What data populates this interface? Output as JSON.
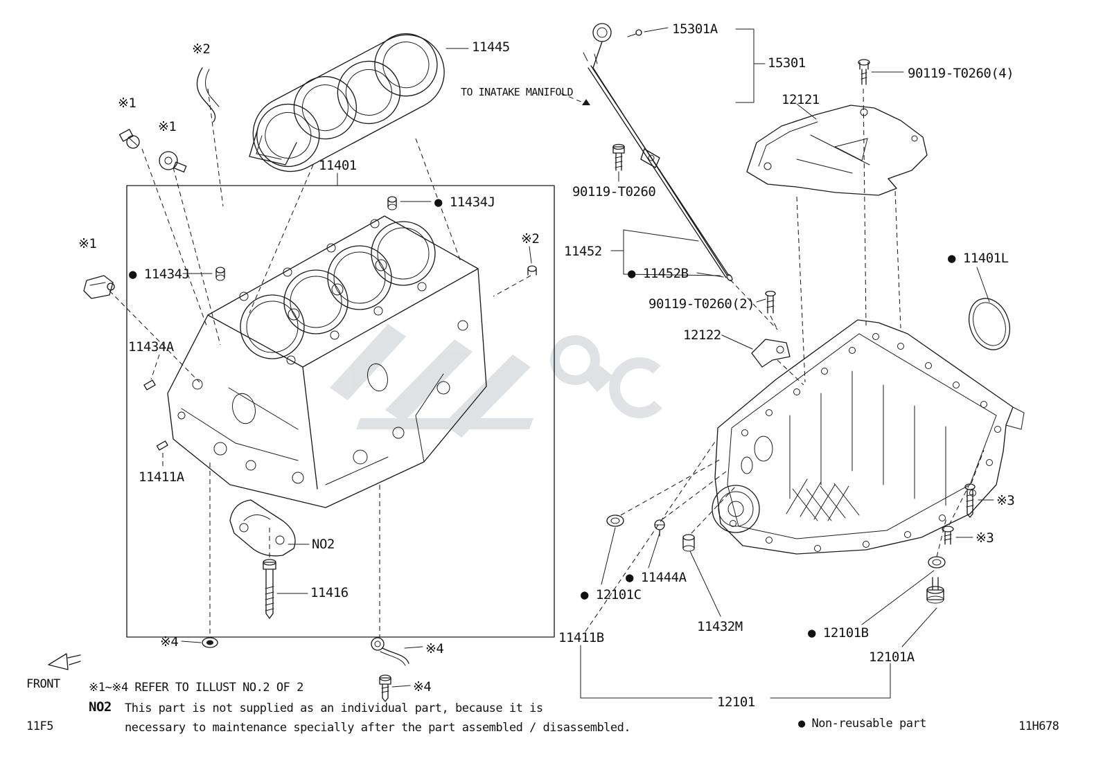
{
  "page": {
    "sheet_left": "11F5",
    "sheet_right": "11H678",
    "front": "FRONT"
  },
  "legend": {
    "non_reusable": "● Non-reusable part"
  },
  "notes": {
    "refer": "※1~※4 REFER TO ILLUST NO.2 OF 2",
    "no2_label": "NO2",
    "no2_line1": "This part is not supplied as an individual part, because it is",
    "no2_line2": "necessary to maintenance specially after the part assembled / disassembled."
  },
  "labels": {
    "p11445": "11445",
    "p15301a": "15301A",
    "p15301": "15301",
    "p90119_t0260_4": "90119-T0260(4)",
    "to_intake": "TO INATAKE MANIFOLD",
    "p12121": "12121",
    "star1_a": "※1",
    "star1_b": "※1",
    "star1_c": "※1",
    "star2_a": "※2",
    "star2_b": "※2",
    "star3_a": "※3",
    "star3_b": "※3",
    "star4_a": "※4",
    "star4_b": "※4",
    "star4_c": "※4",
    "p11401": "11401",
    "p90119_t0260": "90119-T0260",
    "p11434j_a": "● 11434J",
    "p11434j_b": "● 11434J",
    "p11452": "11452",
    "p11452b": "● 11452B",
    "p11401l": "● 11401L",
    "p90119_t0260_2": "90119-T0260(2)",
    "p12122": "12122",
    "p11434a": "11434A",
    "p11411a": "11411A",
    "no2_part": "NO2",
    "p11416": "11416",
    "p11444a": "● 11444A",
    "p12101c": "● 12101C",
    "p11411b": "11411B",
    "p11432m": "11432M",
    "p12101b": "● 12101B",
    "p12101a": "12101A",
    "p12101": "12101"
  }
}
